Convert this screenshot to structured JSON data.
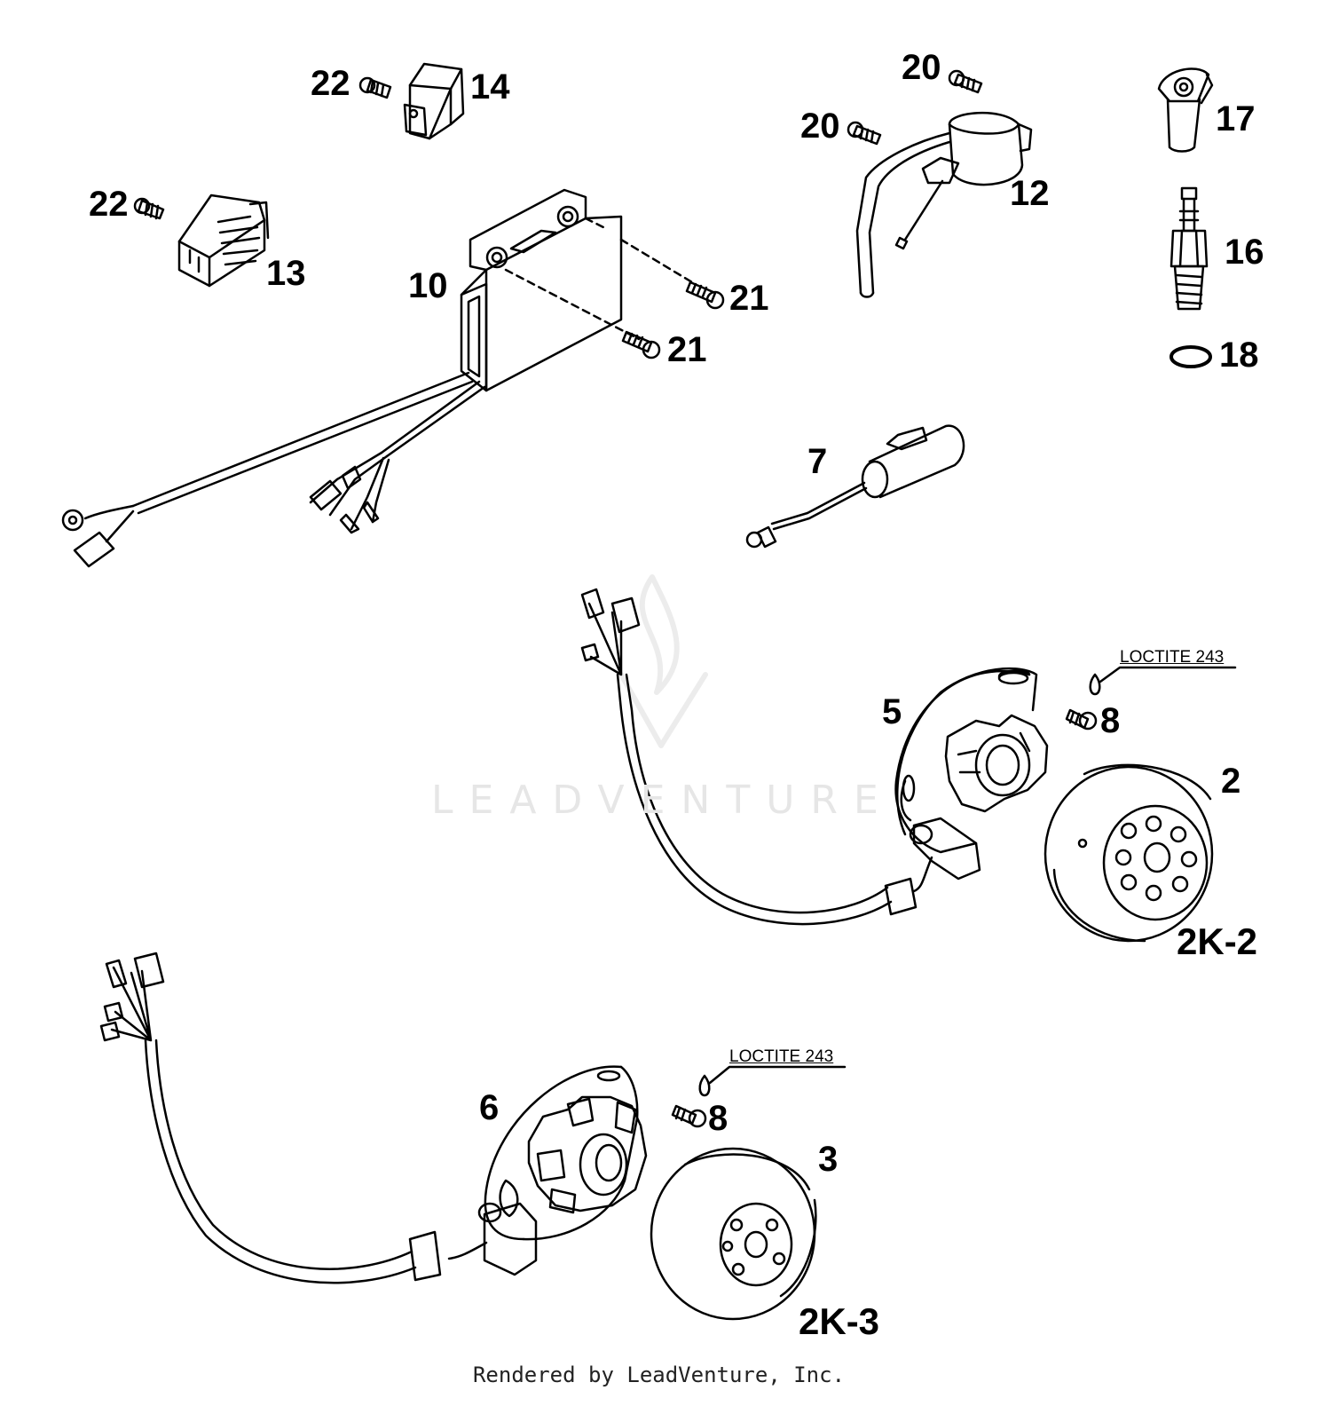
{
  "callouts": {
    "p22a": "22",
    "p14": "14",
    "p20a": "20",
    "p20b": "20",
    "p17": "17",
    "p12": "12",
    "p22b": "22",
    "p13": "13",
    "p10": "10",
    "p21a": "21",
    "p21b": "21",
    "p16": "16",
    "p18": "18",
    "p7": "7",
    "p5": "5",
    "p8a": "8",
    "p2": "2",
    "kit2": "2K-2",
    "p6": "6",
    "p8b": "8",
    "p3": "3",
    "kit3": "2K-3"
  },
  "notes": {
    "loctite_a": "LOCTITE 243",
    "loctite_b": "LOCTITE 243"
  },
  "watermark": "LEADVENTURE",
  "credit": "Rendered by LeadVenture, Inc."
}
